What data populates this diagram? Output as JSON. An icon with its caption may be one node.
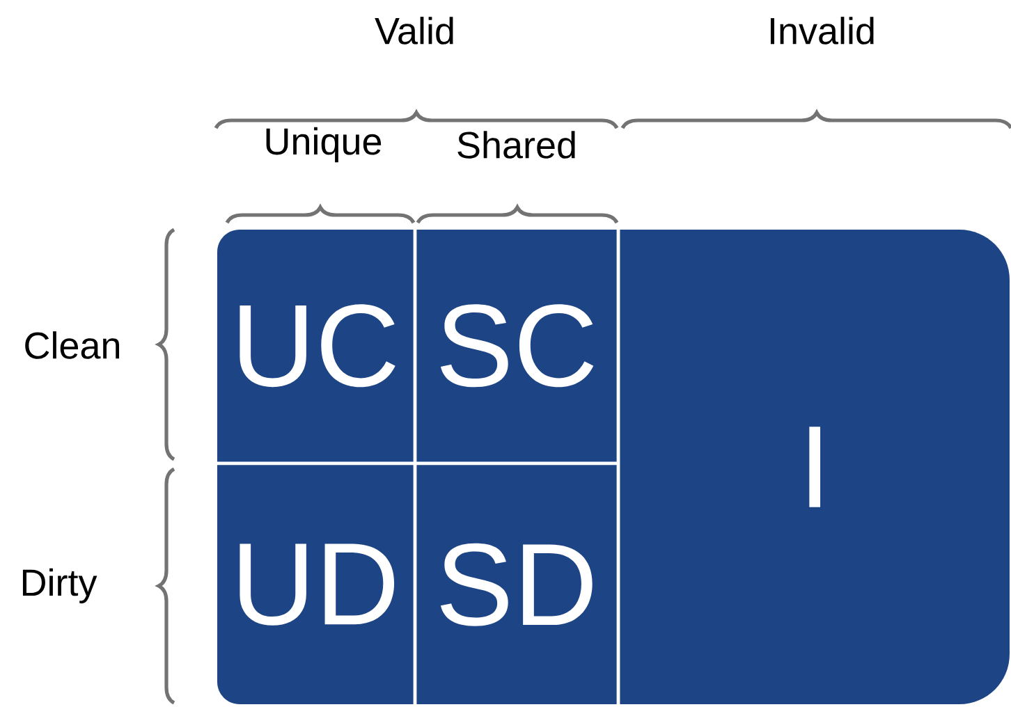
{
  "diagram": {
    "nodes": [
      {
        "text": [
          "UC"
        ]
      },
      {
        "text": [
          "SC"
        ]
      },
      {
        "text": [
          "I"
        ]
      },
      {
        "text": [
          "UD"
        ]
      },
      {
        "text": [
          "SD"
        ]
      }
    ],
    "labels": [
      "Valid",
      "Invalid",
      "Unique",
      "Shared",
      "Clean",
      "Dirty"
    ]
  }
}
